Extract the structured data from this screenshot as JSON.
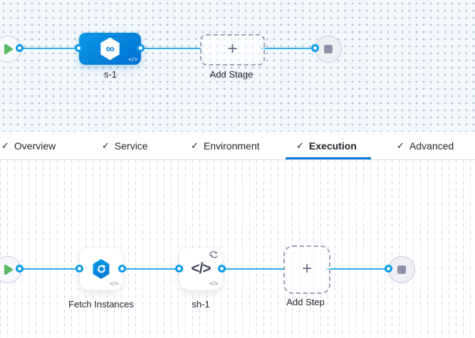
{
  "stage_canvas": {
    "stage": {
      "label": "s-1",
      "icon": "cd-infinity-hexagon"
    },
    "add_stage": {
      "label": "Add Stage"
    },
    "start_node": "play",
    "end_node": "stop"
  },
  "tab_bar": {
    "tabs": [
      {
        "label": "Overview",
        "checked": true,
        "active": false
      },
      {
        "label": "Service",
        "checked": true,
        "active": false
      },
      {
        "label": "Environment",
        "checked": true,
        "active": false
      },
      {
        "label": "Execution",
        "checked": true,
        "active": true
      },
      {
        "label": "Advanced",
        "checked": true,
        "active": false
      }
    ]
  },
  "execution_canvas": {
    "steps": [
      {
        "label": "Fetch Instances",
        "icon": "fetch-instances-hexagon",
        "has_loop": false
      },
      {
        "label": "sh-1",
        "icon": "shell-script-code",
        "has_loop": true
      }
    ],
    "add_step": {
      "label": "Add Step"
    },
    "start_node": "play",
    "end_node": "stop"
  },
  "icons": {
    "check": "✓",
    "plus": "+",
    "infinity": "∞",
    "code": "</>"
  },
  "colors": {
    "accent_blue": "#0278D5",
    "connector_blue": "#2BAEF1",
    "port_ring": "#0B9BE9",
    "stage_gradient_start": "#0A97E7",
    "stage_gradient_end": "#0170CF",
    "play_green": "#58BA61",
    "stop_square_gray": "#8F91A8",
    "canvas_top_bg": "#F3F8FD",
    "dashed_border": "#9EA0B5"
  }
}
